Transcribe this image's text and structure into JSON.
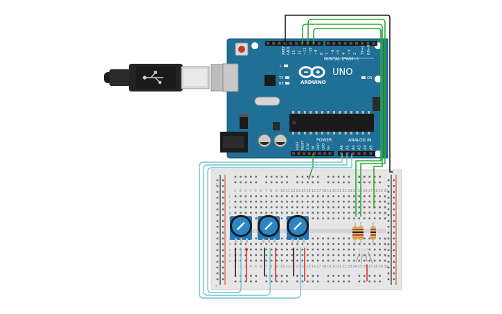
{
  "board": {
    "brand": "ARDUINO",
    "model": "UNO",
    "digital_header": "DIGITAL (PWM~)",
    "power_header": "POWER",
    "analog_header": "ANALOG IN",
    "on_label": "ON",
    "l_label": "L",
    "tx_label": "TX",
    "rx_label": "RX",
    "aref_label": "AREF",
    "gnd_label": "GND",
    "digital_pins": [
      "13",
      "12",
      "~11",
      "~10",
      "~9",
      "8",
      "7",
      "~6",
      "~5",
      "4",
      "~3",
      "2",
      "TX→1",
      "RX←0"
    ],
    "power_pins": [
      "IOREF",
      "RESET",
      "3.3V",
      "5V",
      "GND",
      "GND",
      "Vin"
    ],
    "analog_pins": [
      "A0",
      "A1",
      "A2",
      "A3",
      "A4",
      "A5"
    ]
  },
  "breadboard": {
    "rows_top": [
      "j",
      "i",
      "h",
      "g",
      "f"
    ],
    "rows_bottom": [
      "e",
      "d",
      "c",
      "b",
      "a"
    ],
    "columns": [
      "1",
      "2",
      "3",
      "4",
      "5",
      "6",
      "7",
      "8",
      "9",
      "10",
      "11",
      "12",
      "13",
      "14",
      "15",
      "16",
      "17",
      "18",
      "19",
      "20",
      "21",
      "22",
      "23",
      "24",
      "25",
      "26",
      "27",
      "28",
      "29",
      "30"
    ],
    "rail_plus": "+",
    "rail_minus": "-"
  },
  "components": {
    "potentiometers": 3,
    "resistors": 3,
    "rgb_led": 1
  },
  "colors": {
    "board_blue": "#1f6f96",
    "wire_green": "#2ea836",
    "wire_black": "#1a1a1a",
    "wire_cyan": "#6ec3cc",
    "wire_red": "#d9302b",
    "pot_blue": "#2178b8"
  }
}
